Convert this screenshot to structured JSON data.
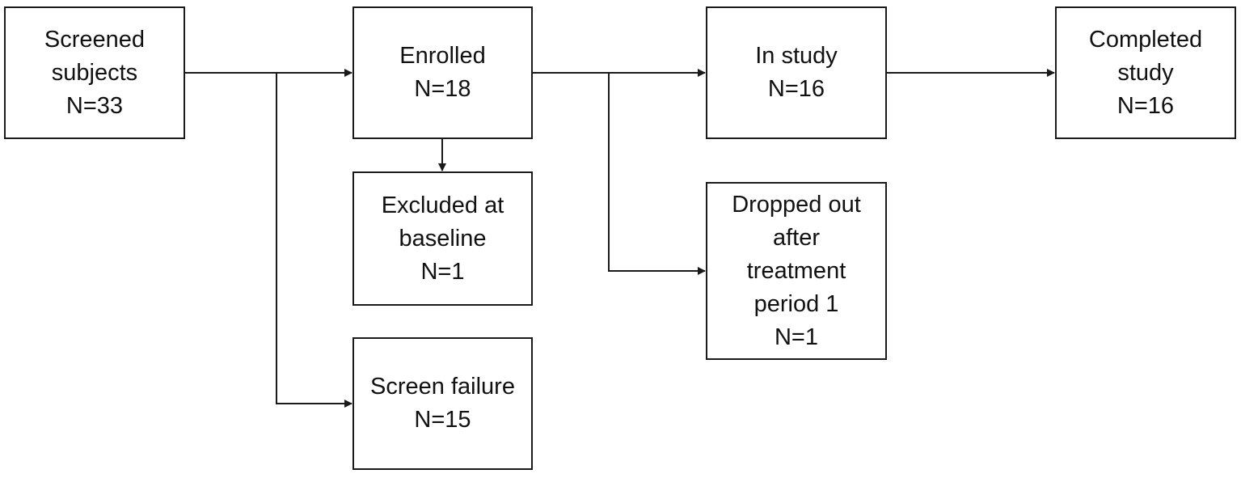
{
  "stroke_color": "#1a1a1a",
  "boxes": {
    "screened": {
      "line1": "Screened",
      "line2": "subjects",
      "count": "N=33"
    },
    "enrolled": {
      "line1": "Enrolled",
      "count": "N=18"
    },
    "in_study": {
      "line1": "In study",
      "count": "N=16"
    },
    "completed": {
      "line1": "Completed",
      "line2": "study",
      "count": "N=16"
    },
    "excluded": {
      "line1": "Excluded at",
      "line2": "baseline",
      "count": "N=1"
    },
    "dropped": {
      "line1": "Dropped out",
      "line2": "after",
      "line3": "treatment",
      "line4": "period 1",
      "count": "N=1"
    },
    "screen_failure": {
      "line1": "Screen failure",
      "count": "N=15"
    }
  }
}
